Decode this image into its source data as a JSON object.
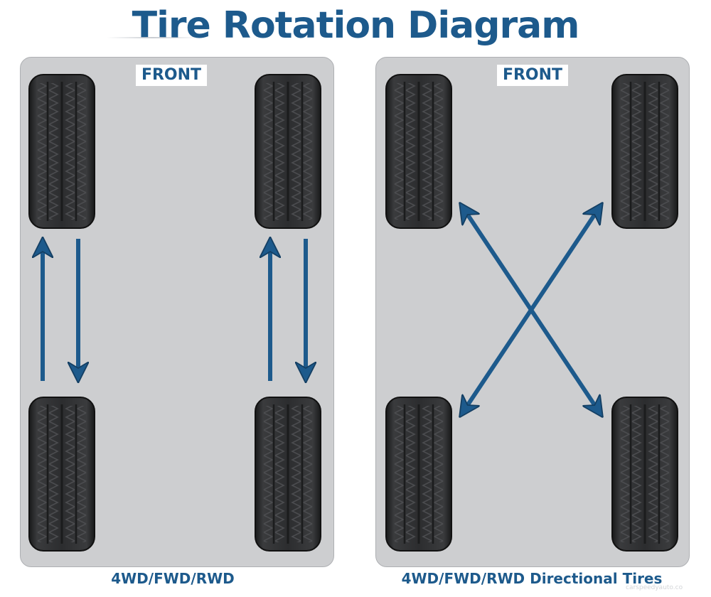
{
  "title": "Tire Rotation Diagram",
  "panels": [
    {
      "front_label": "FRONT",
      "caption": "4WD/FWD/RWD",
      "pattern": "front-to-back"
    },
    {
      "front_label": "FRONT",
      "caption": "4WD/FWD/RWD Directional Tires",
      "pattern": "cross"
    }
  ],
  "watermark": "carspeedyauto.co",
  "colors": {
    "accent": "#1d5a8c",
    "panel": "#cdced0",
    "tire": "#2b2c2e"
  }
}
